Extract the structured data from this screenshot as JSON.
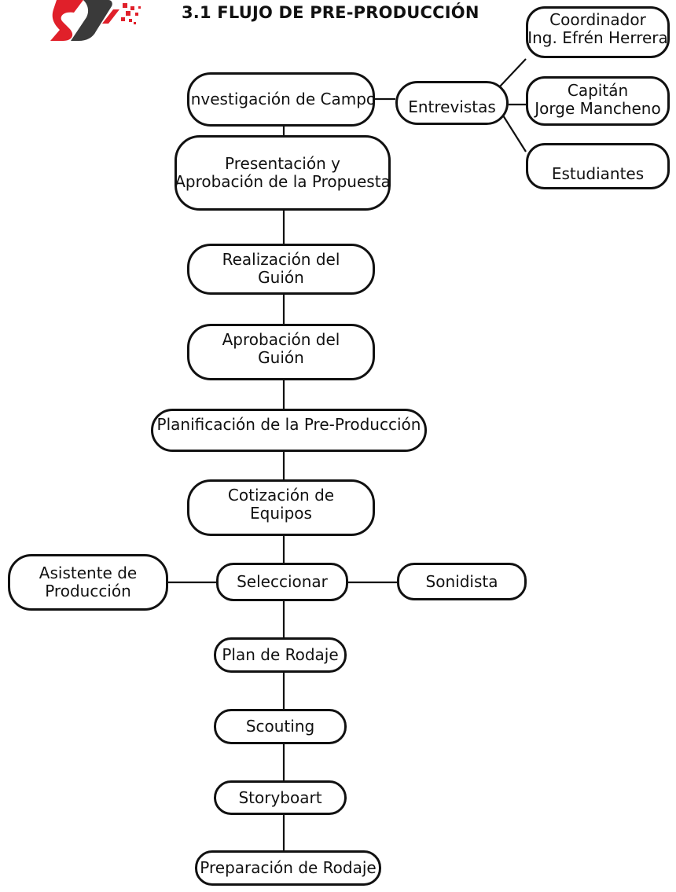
{
  "title": "3.1 FLUJO DE PRE-PRODUCCIÓN",
  "colors": {
    "logo_red": "#e0202a",
    "logo_dark": "#3a3a3a",
    "line": "#111111"
  },
  "nodes": {
    "investigacion": {
      "lines": [
        "Investigación de Campo"
      ]
    },
    "entrevistas": {
      "lines": [
        "Entrevistas"
      ]
    },
    "coordinador": {
      "lines": [
        "Coordinador",
        "Ing. Efrén Herrera"
      ]
    },
    "capitan": {
      "lines": [
        "Capitán",
        "Jorge Mancheno"
      ]
    },
    "estudiantes": {
      "lines": [
        "Estudiantes"
      ]
    },
    "presentacion": {
      "lines": [
        "Presentación y",
        "Aprobación de la Propuesta"
      ]
    },
    "realizacion": {
      "lines": [
        "Realización del",
        "Guión"
      ]
    },
    "aprobacion": {
      "lines": [
        "Aprobación del",
        "Guión"
      ]
    },
    "planificacion": {
      "lines": [
        "Planificación de la Pre-Producción"
      ]
    },
    "cotizacion": {
      "lines": [
        "Cotización de",
        "Equipos"
      ]
    },
    "asistente": {
      "lines": [
        "Asistente de",
        "Producción"
      ]
    },
    "seleccionar": {
      "lines": [
        "Seleccionar"
      ]
    },
    "sonidista": {
      "lines": [
        "Sonidista"
      ]
    },
    "plan_rodaje": {
      "lines": [
        "Plan de Rodaje"
      ]
    },
    "scouting": {
      "lines": [
        "Scouting"
      ]
    },
    "storyboart": {
      "lines": [
        "Storyboart"
      ]
    },
    "preparacion": {
      "lines": [
        "Preparación de Rodaje"
      ]
    }
  }
}
